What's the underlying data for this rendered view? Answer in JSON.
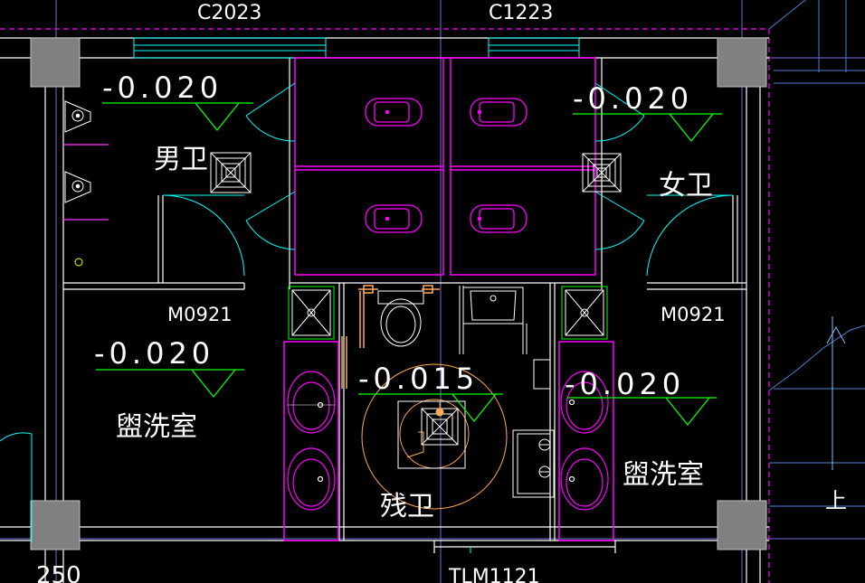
{
  "labels": {
    "window_left": "C2023",
    "window_right": "C1223",
    "elev_men": "-0.020",
    "elev_women": "-0.020",
    "elev_wash_left": "-0.020",
    "elev_accessible": "-0.015",
    "elev_wash_right": "-0.020",
    "room_men": "男卫",
    "room_women": "女卫",
    "room_wash_left": "盥洗室",
    "room_wash_right": "盥洗室",
    "room_accessible": "残卫",
    "door_left": "M0921",
    "door_right": "M0921",
    "door_bottom": "TLM1121",
    "dim_bottom_left": "250",
    "stair_up": "上"
  },
  "colors": {
    "background": "#000000",
    "text": "#ffffff",
    "wall": "#ffffff",
    "column": "#808080",
    "partition": "#ff00ff",
    "door_swing": "#00ffff",
    "elevation_symbol": "#00ff00",
    "accessible_fixture": "#ffaa55",
    "axis_line": "#7f7fff",
    "window": "#00ffff"
  },
  "icons": [
    "floor-drain-icon",
    "toilet-icon",
    "washbasin-icon",
    "urinal-icon",
    "grab-bar-icon",
    "shower-tray-icon"
  ]
}
